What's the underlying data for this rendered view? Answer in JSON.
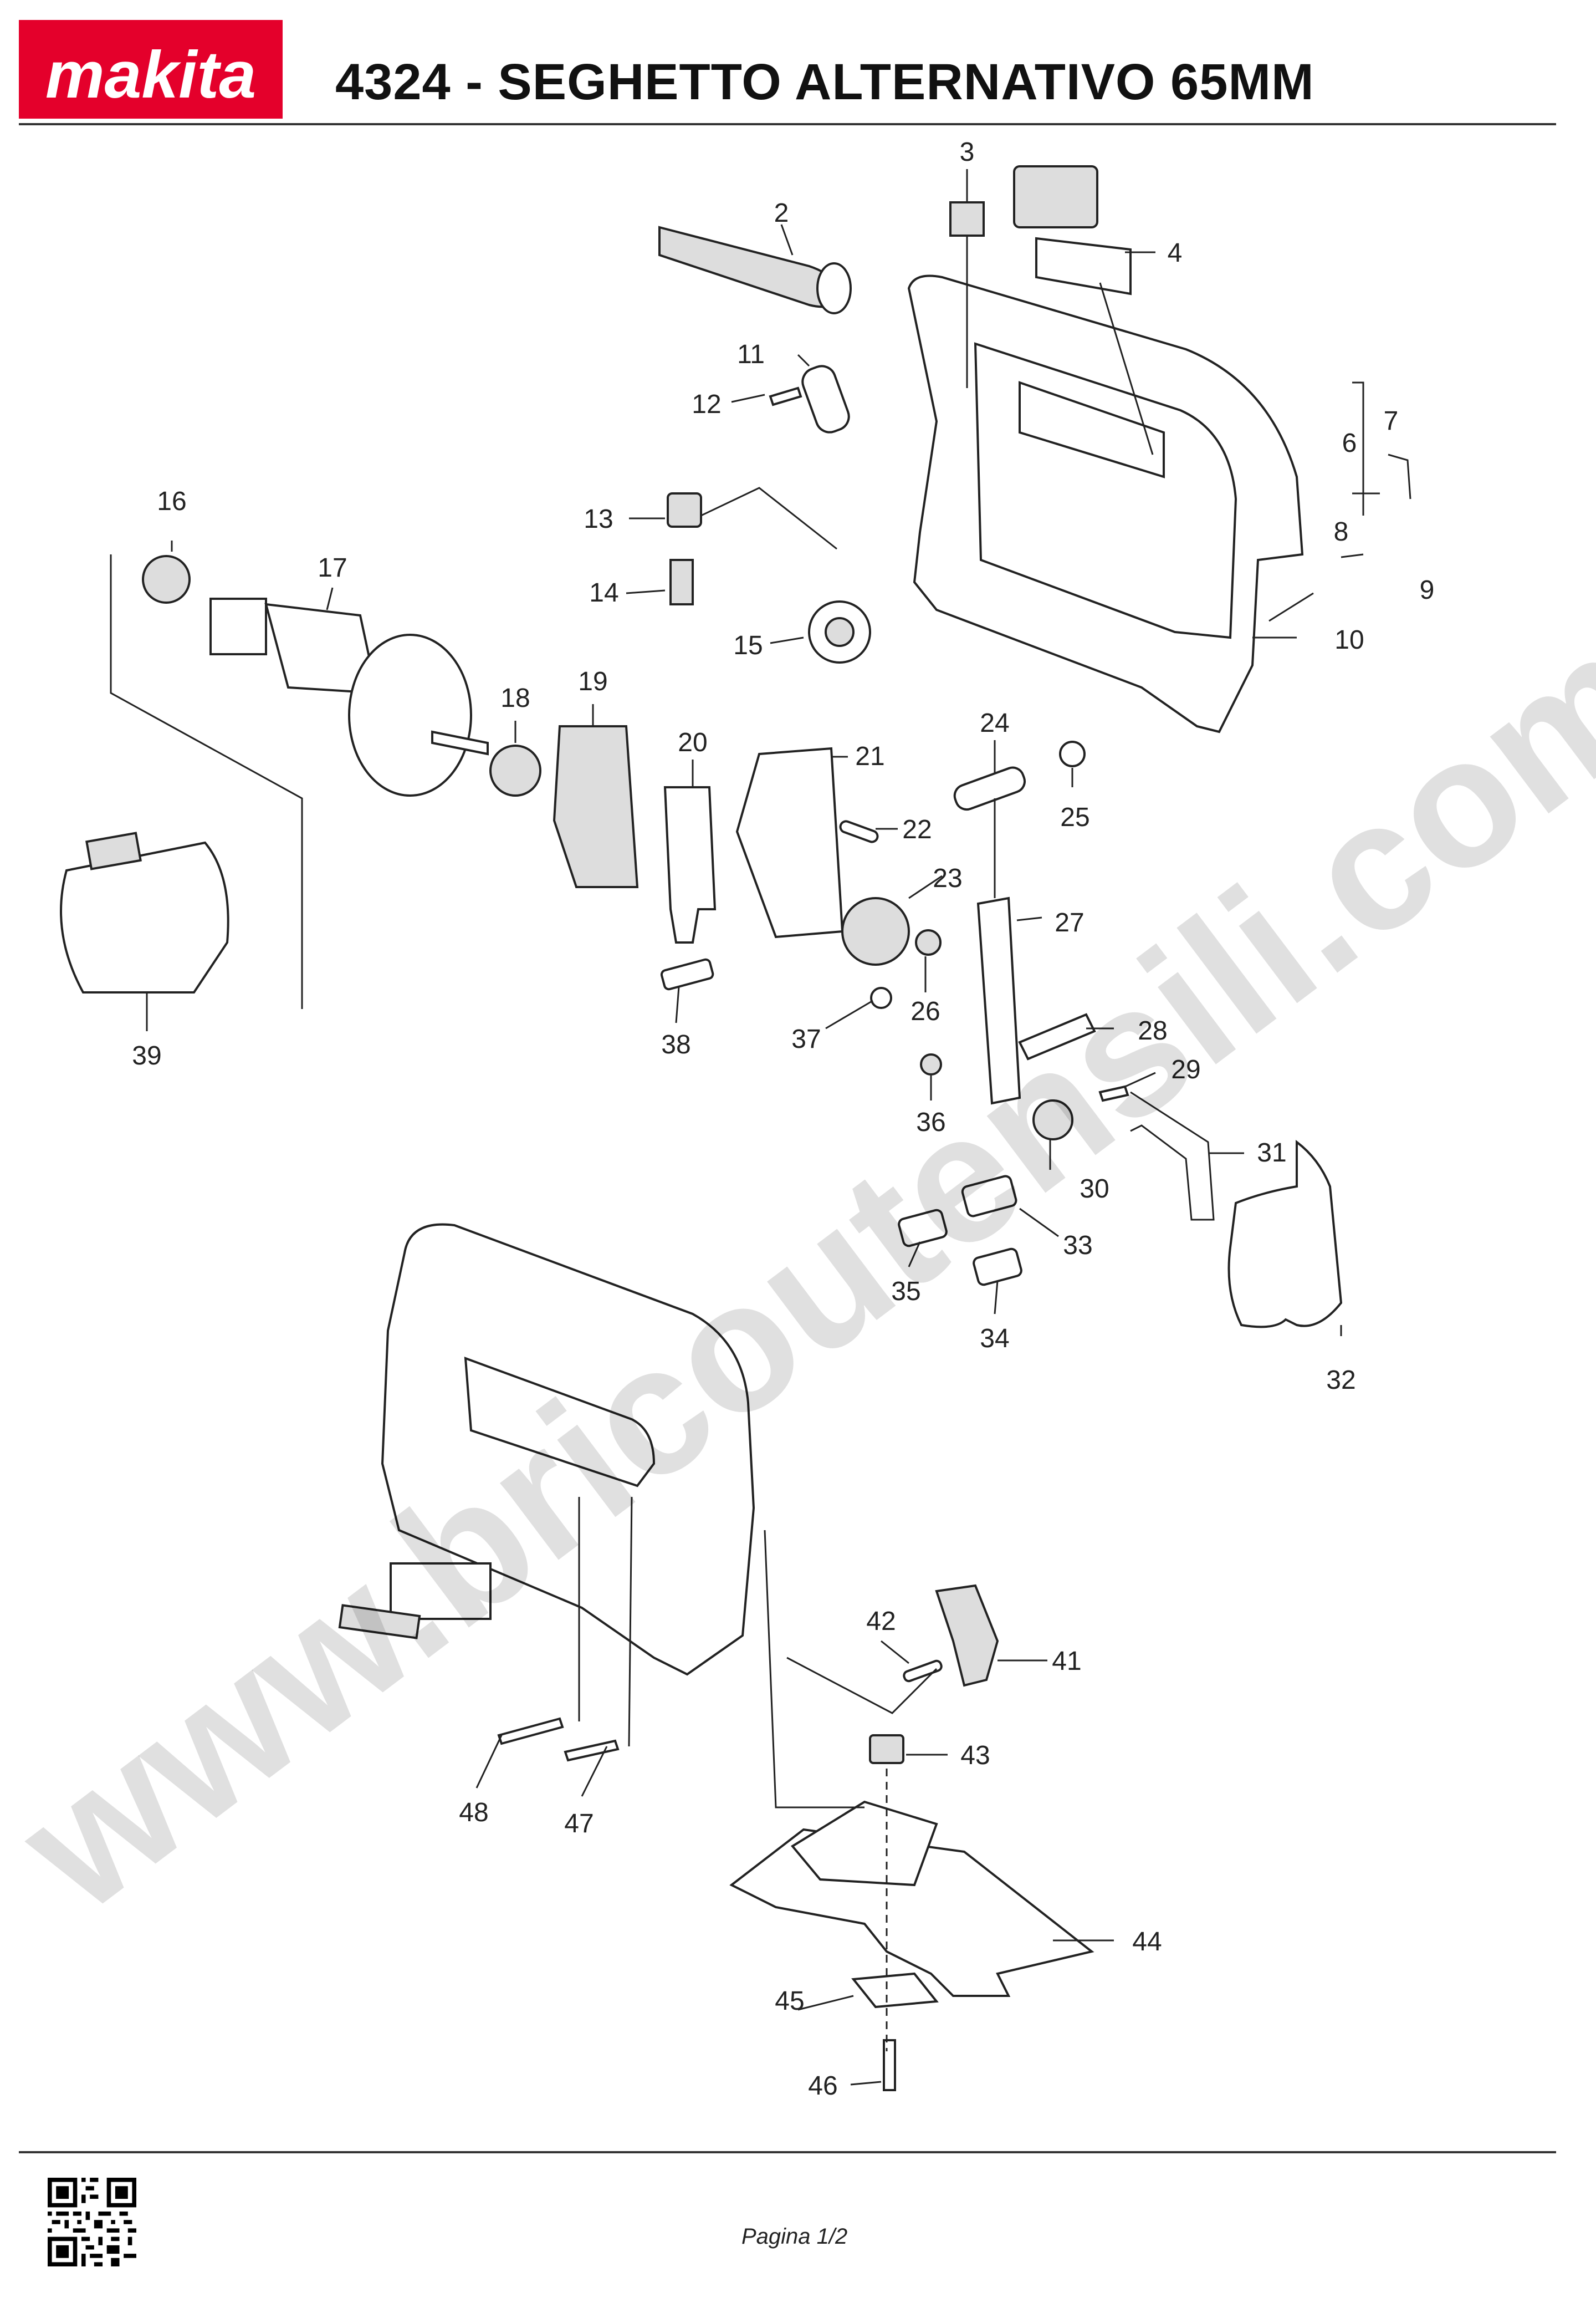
{
  "brand": {
    "logo_text": "makita",
    "color": "#e4002b"
  },
  "header": {
    "title": "4324 - SEGHETTO ALTERNATIVO 65MM"
  },
  "watermark": {
    "text": "www.bricoutensili.com"
  },
  "footer": {
    "page_label": "Pagina 1/2"
  },
  "parts": {
    "p1": "2",
    "p2": "3",
    "p3": "4",
    "p4": "6",
    "p5": "7",
    "p6": "8",
    "p7": "9",
    "p8": "10",
    "p9": "11",
    "p10": "12",
    "p11": "13",
    "p12": "14",
    "p13": "15",
    "p14": "16",
    "p15": "17",
    "p16": "18",
    "p17": "19",
    "p18": "20",
    "p19": "21",
    "p20": "22",
    "p21": "23",
    "p22": "24",
    "p23": "25",
    "p24": "26",
    "p25": "27",
    "p26": "28",
    "p27": "29",
    "p28": "30",
    "p29": "31",
    "p30": "32",
    "p31": "33",
    "p32": "34",
    "p33": "35",
    "p34": "36",
    "p35": "37",
    "p36": "38",
    "p37": "39",
    "p38": "41",
    "p39": "42",
    "p40": "43",
    "p41": "44",
    "p42": "45",
    "p43": "46",
    "p44": "47",
    "p45": "48"
  }
}
